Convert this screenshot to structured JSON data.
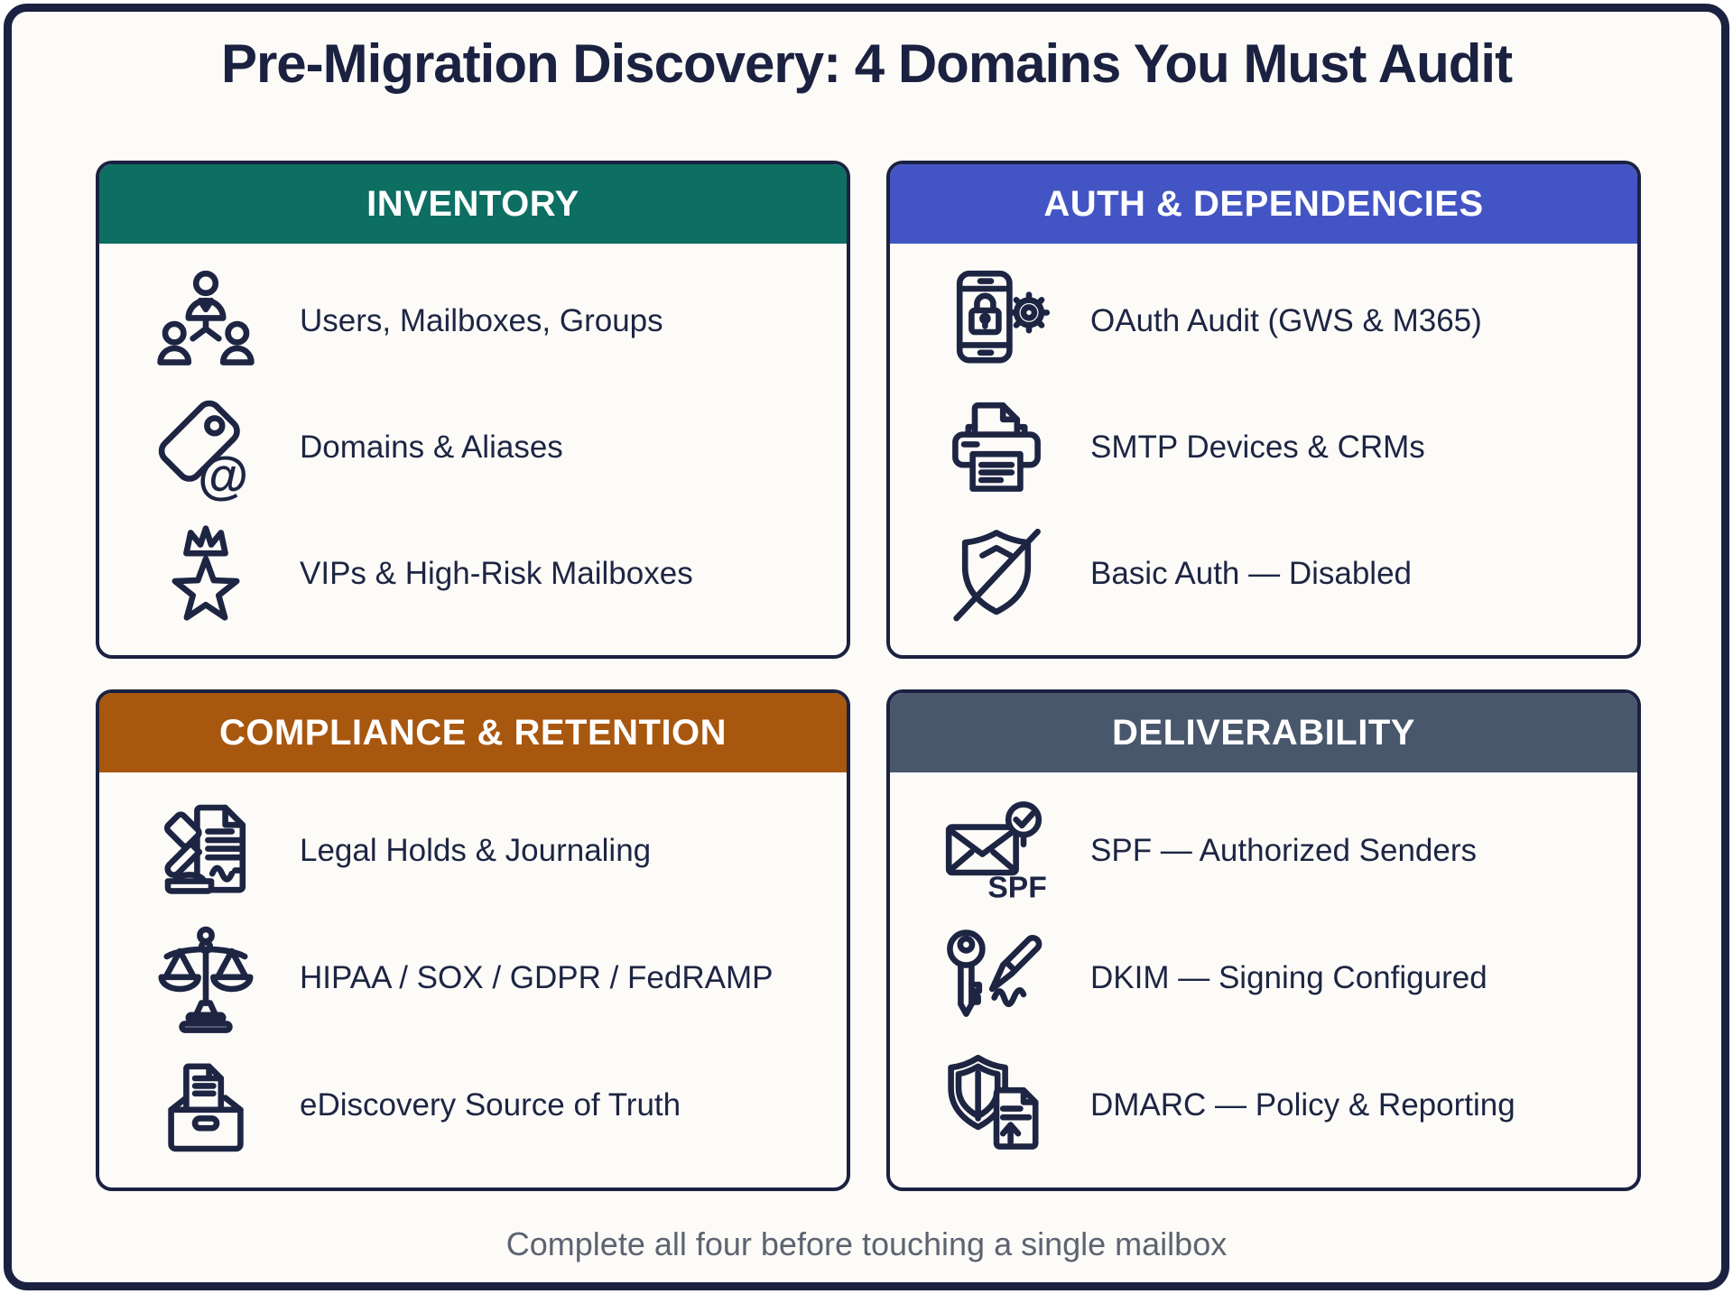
{
  "page": {
    "title": "Pre-Migration Discovery: 4 Domains You Must Audit",
    "footer": "Complete all four before touching a single mailbox"
  },
  "colors": {
    "frame_navy": "#1b2140",
    "text_navy": "#1d2543",
    "teal": "#0d6e62",
    "blue": "#4355c4",
    "orange": "#a8570f",
    "slate": "#49576d",
    "background": "#fcfbf8",
    "footer_gray": "#5d6370"
  },
  "cards": [
    {
      "id": "inventory",
      "title": "INVENTORY",
      "header_color": "#0d6e62",
      "items": [
        {
          "icon": "org-chart-users-icon",
          "label": "Users, Mailboxes, Groups"
        },
        {
          "icon": "tag-at-icon",
          "label": "Domains & Aliases"
        },
        {
          "icon": "crown-star-icon",
          "label": "VIPs & High-Risk Mailboxes"
        }
      ]
    },
    {
      "id": "auth-dependencies",
      "title": "AUTH & DEPENDENCIES",
      "header_color": "#4355c4",
      "items": [
        {
          "icon": "phone-lock-gear-icon",
          "label": "OAuth Audit (GWS & M365)"
        },
        {
          "icon": "printer-icon",
          "label": "SMTP Devices & CRMs"
        },
        {
          "icon": "shield-slash-icon",
          "label": "Basic Auth — Disabled"
        }
      ]
    },
    {
      "id": "compliance-retention",
      "title": "COMPLIANCE & RETENTION",
      "header_color": "#a8570f",
      "items": [
        {
          "icon": "gavel-document-icon",
          "label": "Legal Holds & Journaling"
        },
        {
          "icon": "scales-icon",
          "label": "HIPAA / SOX / GDPR / FedRAMP"
        },
        {
          "icon": "archive-box-document-icon",
          "label": "eDiscovery Source of Truth"
        }
      ]
    },
    {
      "id": "deliverability",
      "title": "DELIVERABILITY",
      "header_color": "#49576d",
      "items": [
        {
          "icon": "envelope-check-icon",
          "label": "SPF — Authorized Senders",
          "icon_text": "SPF"
        },
        {
          "icon": "key-pen-signature-icon",
          "label": "DKIM — Signing Configured"
        },
        {
          "icon": "shield-document-arrow-icon",
          "label": "DMARC — Policy & Reporting"
        }
      ]
    }
  ]
}
